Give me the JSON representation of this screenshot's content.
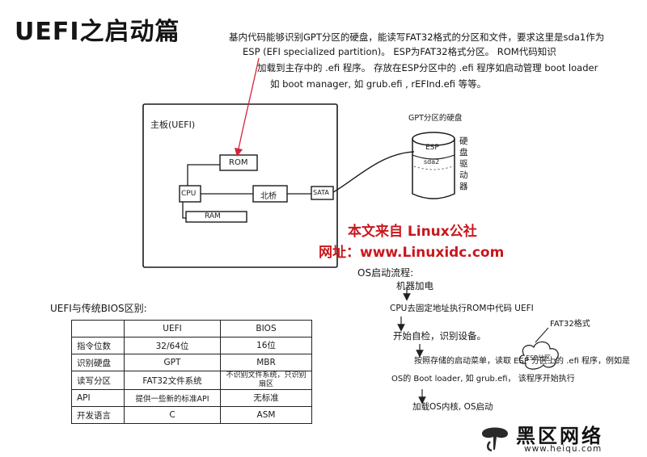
{
  "title": "UEFI之启动篇",
  "top_note": {
    "line1": "基内代码能够识别GPT分区的硬盘，能读写FAT32格式的分区和文件，要求这里是sda1作为",
    "line2": "ESP (EFI specialized partition)。 ESP为FAT32格式分区。 ROM代码知识",
    "line3": "加载到主存中的 .efi 程序。 存放在ESP分区中的 .efi 程序如启动管理 boot loader",
    "line4": "如 boot manager, 如 grub.efi , rEFInd.efi 等等。"
  },
  "mainboard": {
    "label": "主板(UEFI)",
    "rom": "ROM",
    "cpu": "CPU",
    "northbridge": "北桥",
    "sata": "SATA",
    "ram": "RAM"
  },
  "disk": {
    "label": "GPT分区的硬盘",
    "esp": "ESP",
    "sda": "sda2",
    "side_text": "硬盘驱动器"
  },
  "watermark": {
    "line1": "本文来自 Linux公社",
    "line2": "网址：www.Linuxidc.com"
  },
  "boot_flow": {
    "title": "OS启动流程:",
    "step1": "机器加电",
    "step2": "CPU去固定地址执行ROM中代码 UEFI",
    "step3": "开始自检，识别设备。",
    "step4a": "按照存储的启动菜单，读取 ESP 分区上的 .efi 程序，例如是",
    "step4b": "OS的 Boot loader, 如 grub.efi， 该程序开始执行",
    "step5": "加载OS内核, OS启动",
    "esp_cloud": "ESP分区",
    "fat32_note": "FAT32格式"
  },
  "comparison": {
    "title": "UEFI与传统BIOS区别:",
    "headers": [
      "",
      "UEFI",
      "BIOS"
    ],
    "rows": [
      [
        "指令位数",
        "32/64位",
        "16位"
      ],
      [
        "识别硬盘",
        "GPT",
        "MBR"
      ],
      [
        "读写分区",
        "FAT32文件系统",
        "不识别文件系统，只识别扇区"
      ],
      [
        "API",
        "提供一些新的标准API",
        "无标准"
      ],
      [
        "开发语言",
        "C",
        "ASM"
      ]
    ]
  },
  "logo": {
    "cn": "黑区网络",
    "url": "www.heiqu.com"
  }
}
